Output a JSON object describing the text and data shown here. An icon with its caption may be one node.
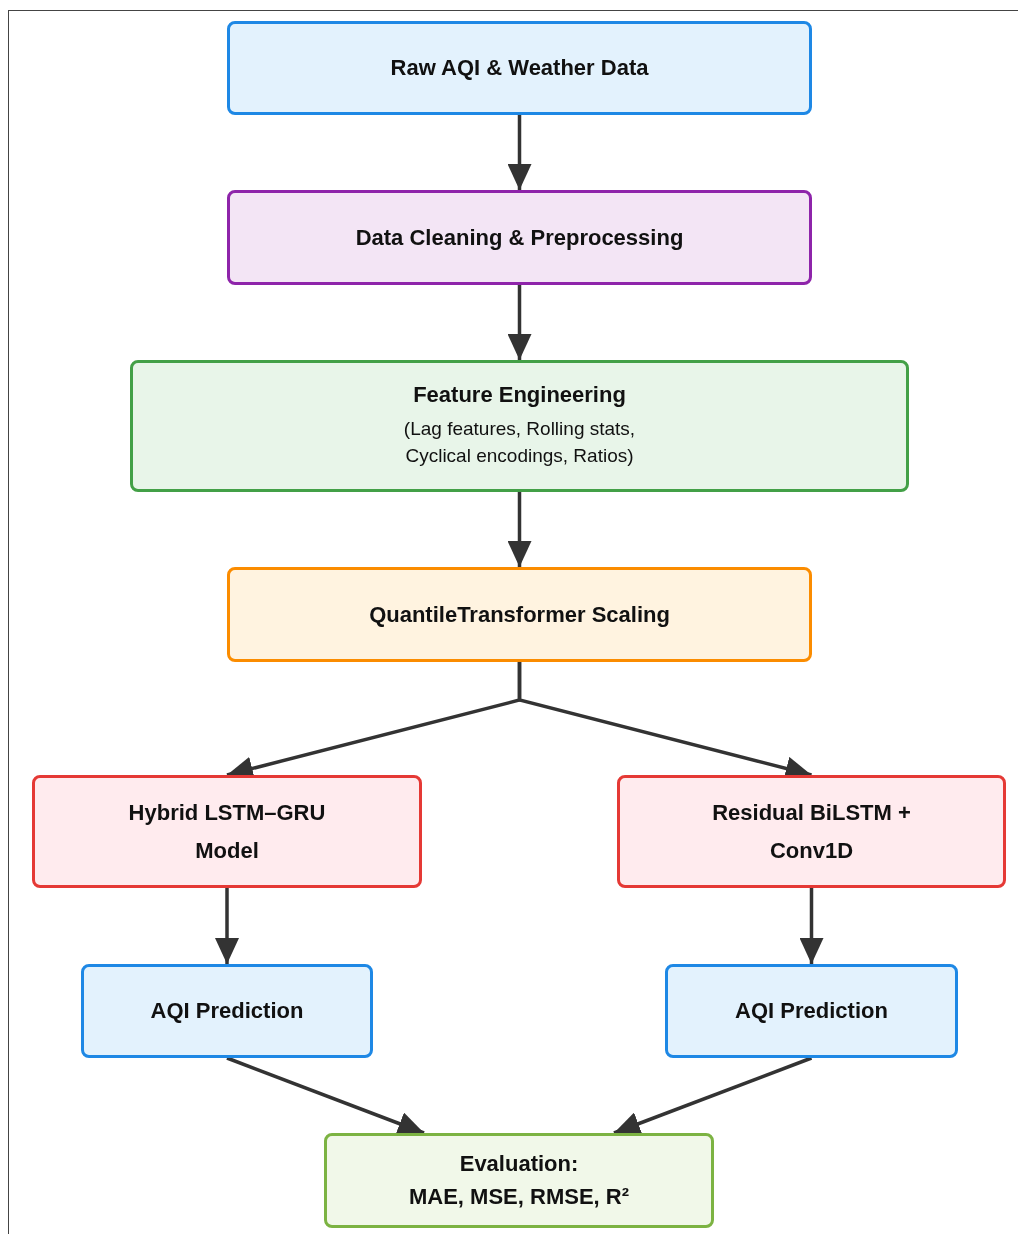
{
  "diagram": {
    "nodes": [
      {
        "text": [
          "Raw AQI & Weather Data"
        ]
      },
      {
        "text": [
          "Data Cleaning & Preprocessing"
        ]
      },
      {
        "text": [
          "Feature Engineering",
          "(Lag features, Rolling stats, Cyclical encodings, Ratios)"
        ]
      },
      {
        "text": [
          "QuantileTransformer Scaling"
        ]
      },
      {
        "text": [
          "Hybrid LSTM–GRU Model"
        ]
      },
      {
        "text": [
          "Residual BiLSTM + Conv1D"
        ]
      },
      {
        "text": [
          "AQI Prediction"
        ]
      },
      {
        "text": [
          "AQI Prediction"
        ]
      },
      {
        "text": [
          "Evaluation:",
          "MAE, MSE, RMSE, R²"
        ]
      }
    ],
    "edges": [
      {
        "from": 0,
        "to": 1,
        "arrow": "to"
      },
      {
        "from": 1,
        "to": 2,
        "arrow": "to"
      },
      {
        "from": 2,
        "to": 3,
        "arrow": "to"
      },
      {
        "from": 3,
        "to": 4,
        "arrow": "to"
      },
      {
        "from": 3,
        "to": 5,
        "arrow": "to"
      },
      {
        "from": 4,
        "to": 6,
        "arrow": "to"
      },
      {
        "from": 5,
        "to": 7,
        "arrow": "to"
      },
      {
        "from": 6,
        "to": 8,
        "arrow": "to"
      },
      {
        "from": 7,
        "to": 8,
        "arrow": "to"
      }
    ]
  }
}
